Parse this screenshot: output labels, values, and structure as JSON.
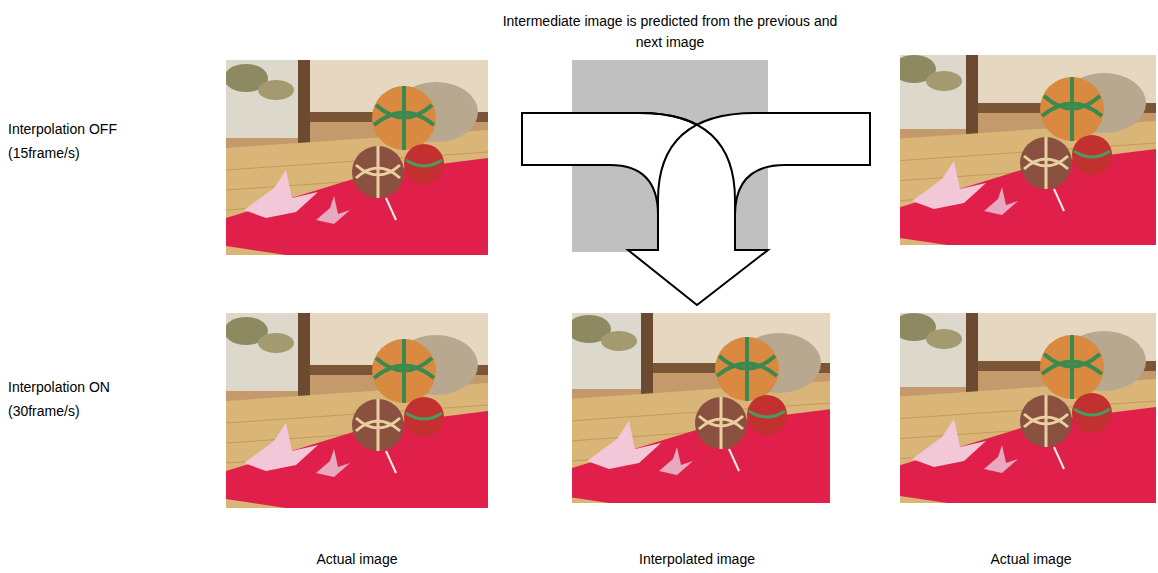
{
  "diagram": {
    "nodes": [
      {
        "text": [
          "Intermediate image is predicted from the previous and next image"
        ]
      }
    ],
    "labels": [
      "Interpolation OFF (15frame/s)",
      "Interpolation ON (30frame/s)",
      "Actual image",
      "Interpolated image",
      "Actual image"
    ]
  }
}
